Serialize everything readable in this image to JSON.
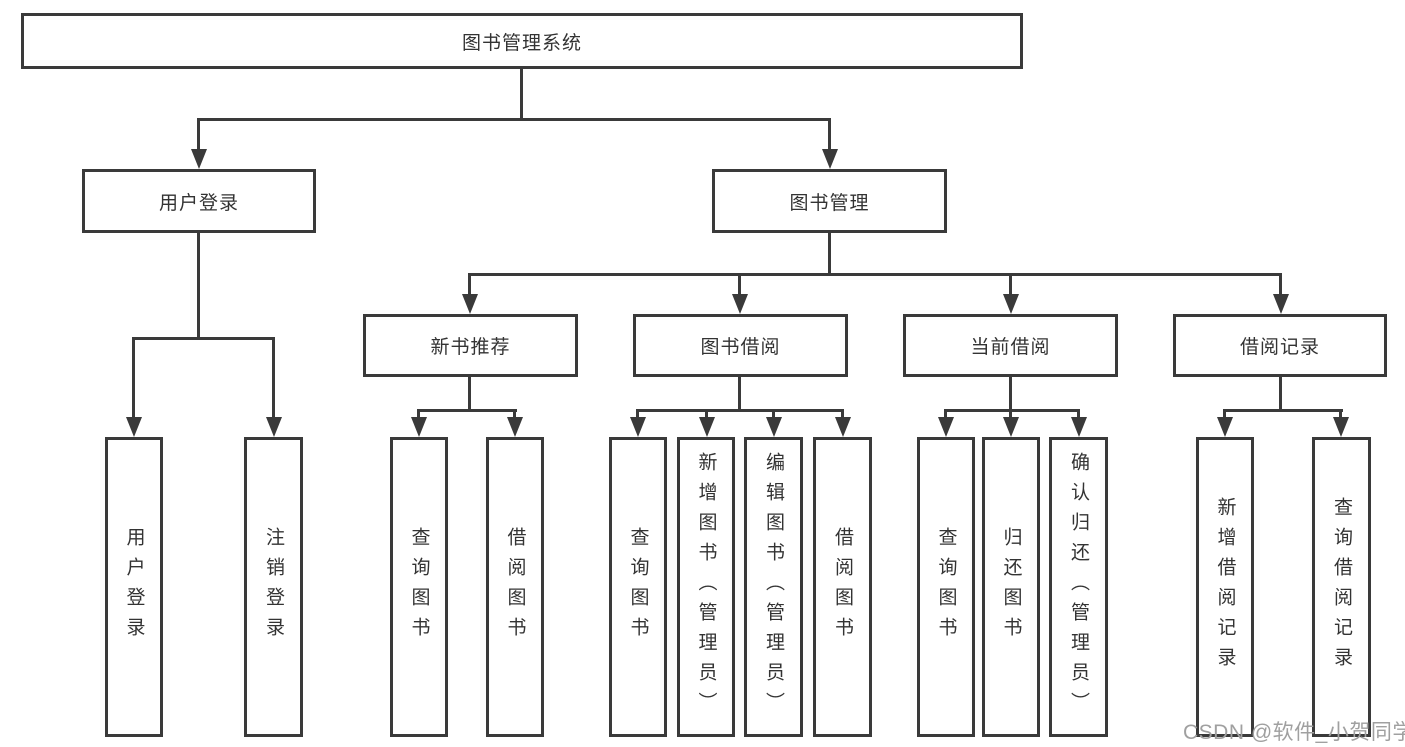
{
  "title": "图书管理系统",
  "colors": {
    "line": "#3a3a3a",
    "text": "#333333",
    "background": "#ffffff",
    "watermark": "#a0a0a0"
  },
  "tree": {
    "root": {
      "label": "图书管理系统"
    },
    "branches": [
      {
        "label": "用户登录",
        "children": [
          "用户登录",
          "注销登录"
        ]
      },
      {
        "label": "图书管理",
        "modules": [
          {
            "label": "新书推荐",
            "children": [
              "查询图书",
              "借阅图书"
            ]
          },
          {
            "label": "图书借阅",
            "children": [
              "查询图书",
              "新增图书（管理员）",
              "编辑图书（管理员）",
              "借阅图书"
            ]
          },
          {
            "label": "当前借阅",
            "children": [
              "查询图书",
              "归还图书",
              "确认归还（管理员）"
            ]
          },
          {
            "label": "借阅记录",
            "children": [
              "新增借阅记录",
              "查询借阅记录"
            ]
          }
        ]
      }
    ]
  },
  "watermark": "CSDN @软件_小贺同学"
}
